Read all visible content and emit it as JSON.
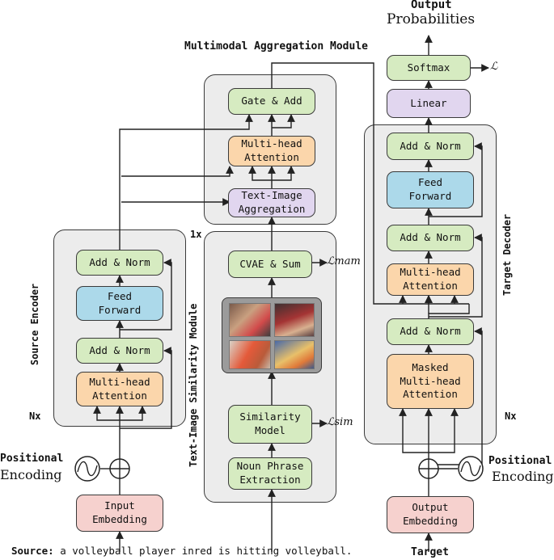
{
  "header": {
    "output_title": "Output",
    "output_subtitle": "Probabilities",
    "mam_title": "Multimodal Aggregation Module"
  },
  "source_encoder": {
    "side_label": "Source Encoder",
    "repeat": "Nx",
    "add_norm_top": "Add & Norm",
    "feed_forward": "Feed\nForward",
    "add_norm_bottom": "Add & Norm",
    "attention": "Multi-head\nAttention",
    "input_embedding": "Input\nEmbedding",
    "positional_label_1": "Positional",
    "positional_label_2": "Encoding"
  },
  "mam": {
    "gate_add": "Gate & Add",
    "attention": "Multi-head\nAttention",
    "aggregation": "Text-Image\nAggregation",
    "repeat": "1x"
  },
  "tism": {
    "side_label": "Text-Image Similarity Module",
    "cvae": "CVAE & Sum",
    "cvae_loss": "ℒmam",
    "similarity": "Similarity\nModel",
    "similarity_loss": "ℒsim",
    "noun_phrase": "Noun Phrase\nExtraction",
    "image_icons": [
      "volleyball-photo-1",
      "volleyball-photo-2",
      "volleyball-photo-3",
      "volleyball-photo-4"
    ]
  },
  "target_decoder": {
    "side_label": "Target Decoder",
    "repeat": "Nx",
    "softmax": "Softmax",
    "softmax_loss": "ℒ",
    "linear": "Linear",
    "add_norm_top": "Add & Norm",
    "feed_forward": "Feed\nForward",
    "add_norm_mid": "Add & Norm",
    "attention": "Multi-head\nAttention",
    "add_norm_bottom": "Add & Norm",
    "masked_attention": "Masked\nMulti-head\nAttention",
    "output_embedding": "Output\nEmbedding",
    "positional_label_1": "Positional",
    "positional_label_2": "Encoding"
  },
  "footer": {
    "source_label": "Source:",
    "source_text": " a volleyball player inred is hitting volleyball.",
    "target_label": "Target"
  },
  "colors": {
    "green": "#d6ebc1",
    "orange": "#fbd6ab",
    "blue": "#acd9ea",
    "purple": "#e1d6ef",
    "pink": "#f6d1ce",
    "panel": "#ececec"
  }
}
